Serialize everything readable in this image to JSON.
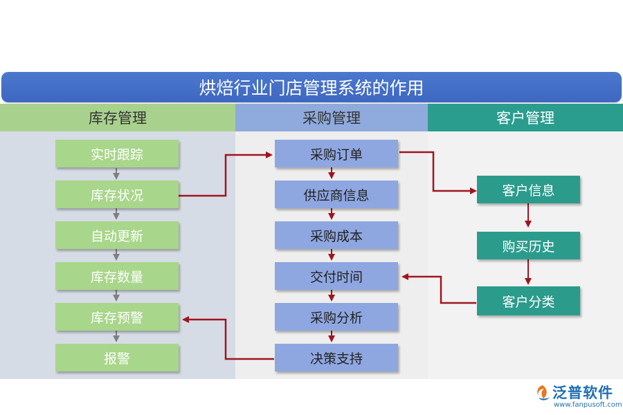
{
  "title": "烘焙行业门店管理系统的作用",
  "columns": [
    {
      "header": "库存管理",
      "items": [
        "实时跟踪",
        "库存状况",
        "自动更新",
        "库存数量",
        "库存预警",
        "报警"
      ]
    },
    {
      "header": "采购管理",
      "items": [
        "采购订单",
        "供应商信息",
        "采购成本",
        "交付时间",
        "采购分析",
        "决策支持"
      ]
    },
    {
      "header": "客户管理",
      "items": [
        "客户信息",
        "购买历史",
        "客户分类"
      ]
    }
  ],
  "colors": {
    "title_bar": "#4472c4",
    "inventory_header": "#a9d18e",
    "inventory_bg": "#d6dce5",
    "inventory_box": "#a8d68a",
    "purchase_header": "#8faadc",
    "purchase_bg": "#eeeeee",
    "purchase_box": "#8ea7e1",
    "customer_header": "#2a9d8f",
    "customer_bg": "#f2f2f2",
    "customer_box": "#2b9b8c",
    "connector": "#a0141e",
    "down_arrow": "#7f7f7f"
  },
  "logo": {
    "name": "泛普软件",
    "url": "www.fanpusoft.com"
  }
}
